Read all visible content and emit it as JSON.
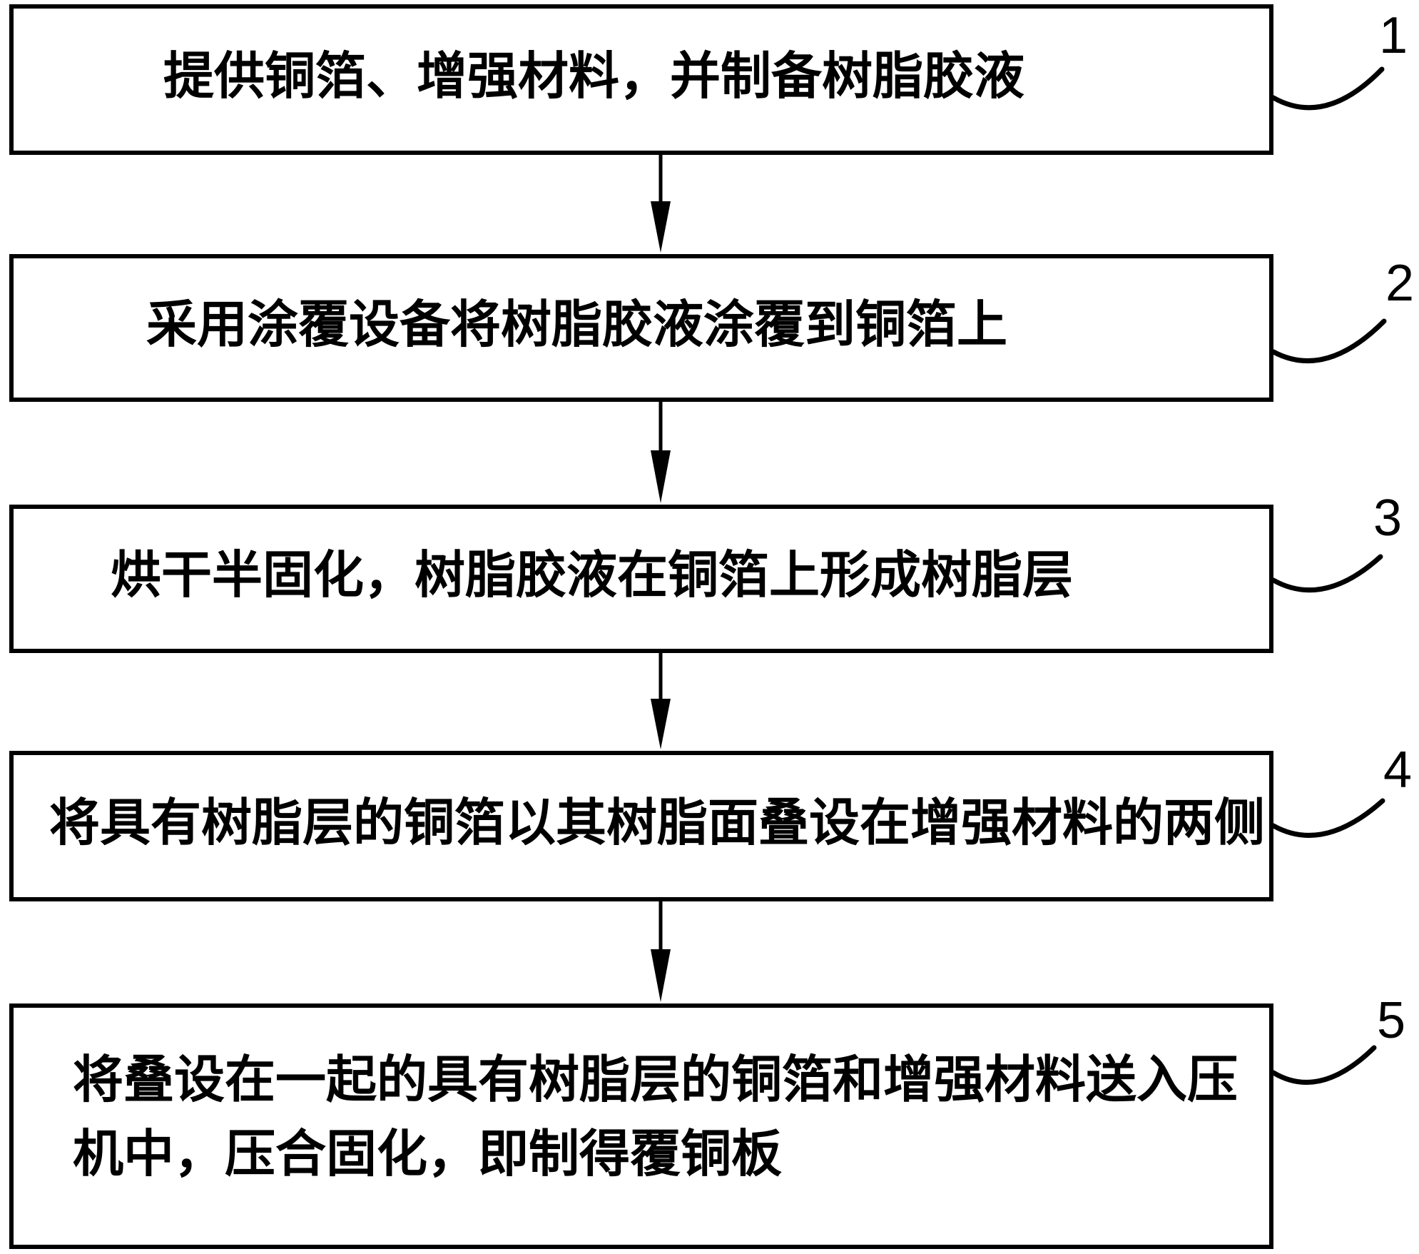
{
  "figure": {
    "type": "flowchart",
    "background_color": "#ffffff",
    "line_color": "#000000",
    "steps": [
      {
        "number": "1",
        "label": "提供铜箔、增强材料，并制备树脂胶液",
        "lines": [
          "提供铜箔、增强材料，并制备树脂胶液"
        ]
      },
      {
        "number": "2",
        "label": "采用涂覆设备将树脂胶液涂覆到铜箔上",
        "lines": [
          "采用涂覆设备将树脂胶液涂覆到铜箔上"
        ]
      },
      {
        "number": "3",
        "label": "烘干半固化，树脂胶液在铜箔上形成树脂层",
        "lines": [
          "烘干半固化，树脂胶液在铜箔上形成树脂层"
        ]
      },
      {
        "number": "4",
        "label": "将具有树脂层的铜箔以其树脂面叠设在增强材料的两侧",
        "lines": [
          "将具有树脂层的铜箔以其树脂面叠设在增强材料的两侧"
        ]
      },
      {
        "number": "5",
        "label": "将叠设在一起的具有树脂层的铜箔和增强材料送入压机中，压合固化，即制得覆铜板",
        "lines": [
          "将叠设在一起的具有树脂层的铜箔和增强材料送入压",
          "机中，压合固化，即制得覆铜板"
        ]
      }
    ]
  }
}
